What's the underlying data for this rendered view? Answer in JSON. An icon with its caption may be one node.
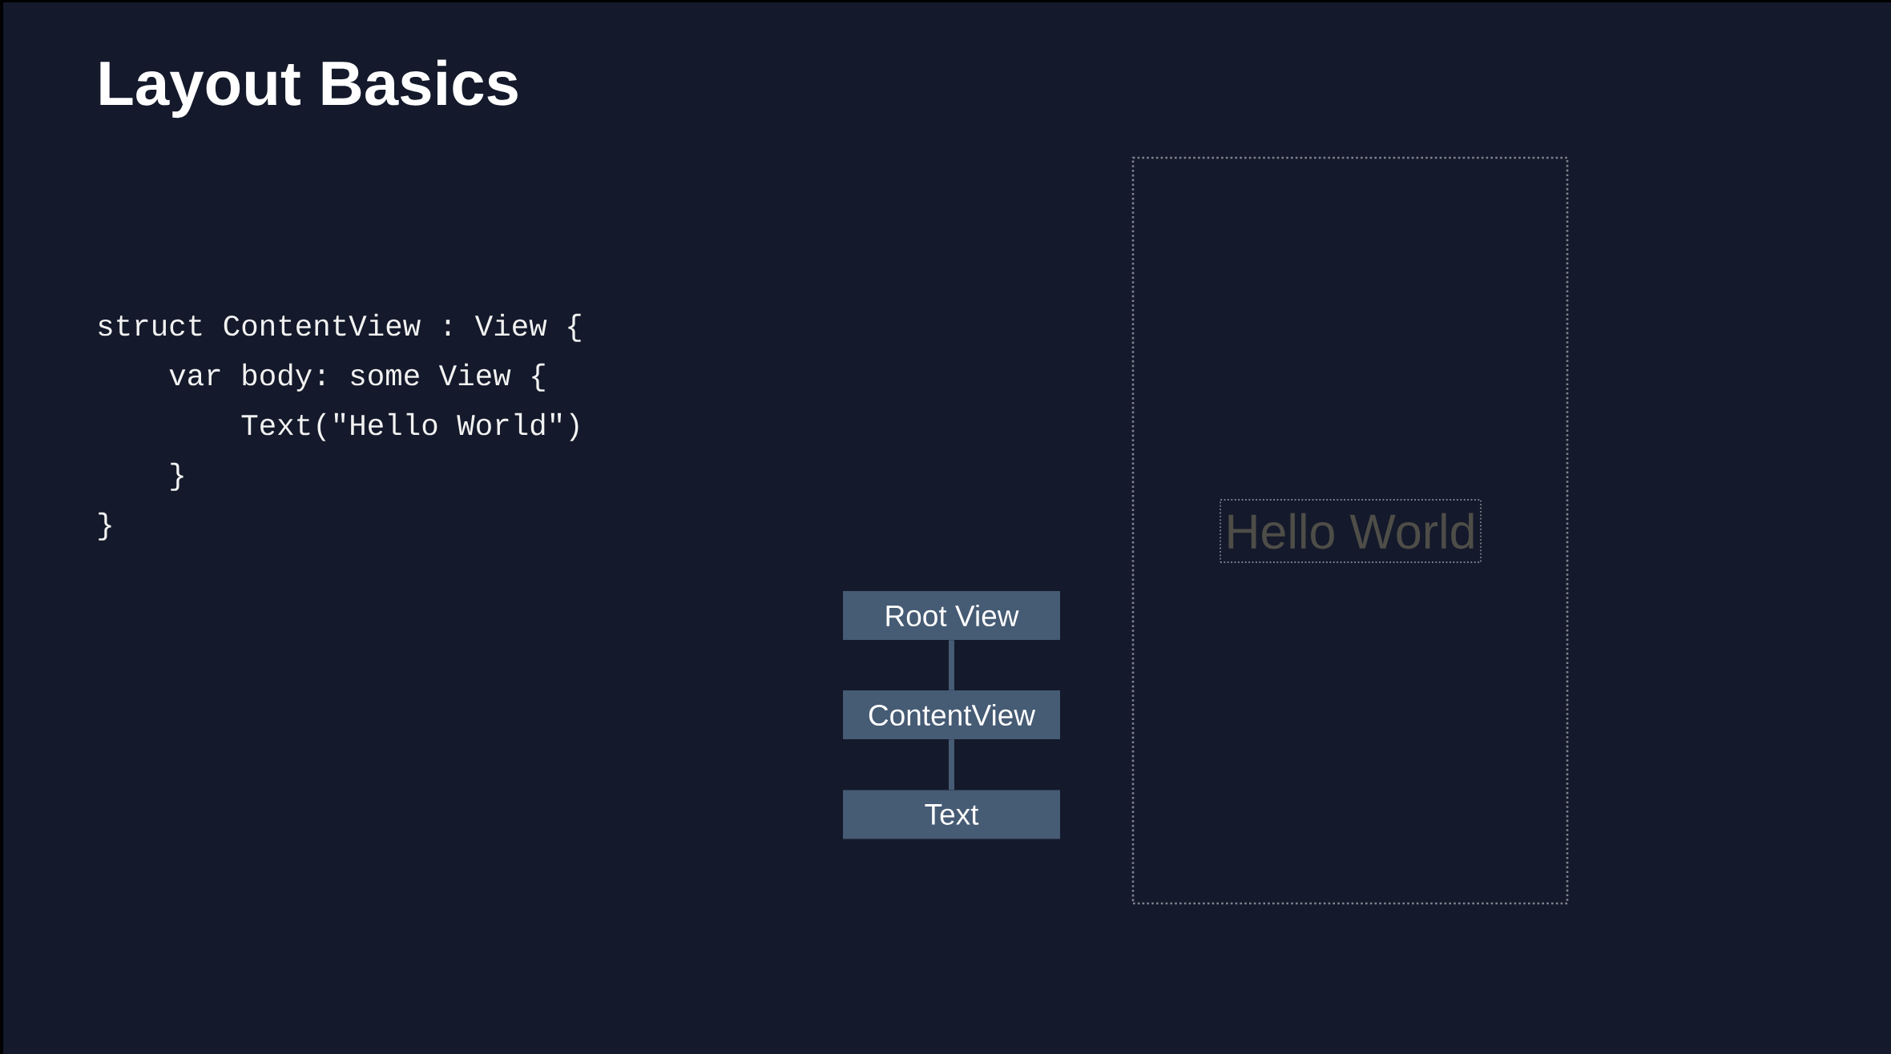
{
  "diagram": {
    "title": "Layout Basics",
    "nodes": [
      {
        "text": [
          "Root View"
        ]
      },
      {
        "text": [
          "ContentView"
        ]
      },
      {
        "text": [
          "Text"
        ]
      },
      {
        "text": [],
        "shape": "box"
      },
      {
        "text": [
          "Hello World"
        ],
        "in": 3
      }
    ],
    "edges": [
      {
        "from": 0,
        "to": 1,
        "arrow": "none"
      },
      {
        "from": 1,
        "to": 2,
        "arrow": "none"
      }
    ],
    "labels": [
      "struct ContentView : View {",
      "var body: some View {",
      "Text(\"Hello World\")",
      "}",
      "}"
    ]
  }
}
